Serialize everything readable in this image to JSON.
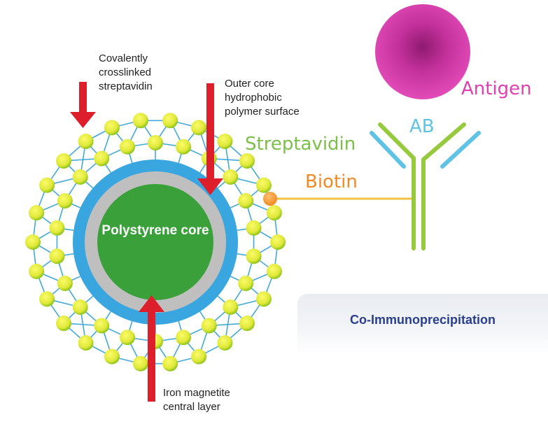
{
  "colors": {
    "sphere": "#f8f83a",
    "sphere_edge": "#8bc41a",
    "link": "#43a9d8",
    "ring_outer": "#3aa6e0",
    "ring_gray": "#bfbfbf",
    "core": "#3aa13a",
    "arrow": "#dd1f2b",
    "biotin": "#f08a24",
    "antibody": "#97c93d",
    "antibody_light": "#5ec3e4",
    "antigen": "#e040b0",
    "antigen_center": "#8e1a70"
  },
  "labels": {
    "covalently": "Covalently\ncrosslinked\nstreptavidin",
    "outer_core": "Outer core\nhydrophobic\npolymer surface",
    "iron": "Iron magnetite\ncentral layer",
    "core": "Polystyrene\ncore",
    "streptavidin": "Streptavidin",
    "biotin": "Biotin",
    "ab": "AB",
    "antigen": "Antigen",
    "coip": "Co-Immunoprecipitation"
  }
}
